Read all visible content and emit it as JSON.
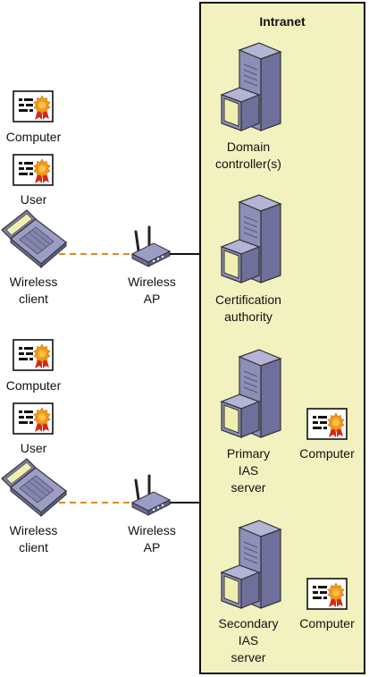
{
  "intranet": {
    "title": "Intranet"
  },
  "clients": [
    {
      "computer_cert_label": "Computer",
      "user_cert_label": "User",
      "client_label": "Wireless\nclient",
      "ap_label": "Wireless\nAP"
    },
    {
      "computer_cert_label": "Computer",
      "user_cert_label": "User",
      "client_label": "Wireless\nclient",
      "ap_label": "Wireless\nAP"
    }
  ],
  "servers": [
    {
      "label": "Domain\ncontroller(s)"
    },
    {
      "label": "Certification\nauthority"
    },
    {
      "label": "Primary\nIAS\nserver",
      "cert_label": "Computer"
    },
    {
      "label": "Secondary\nIAS\nserver",
      "cert_label": "Computer"
    }
  ],
  "colors": {
    "intranet_fill": "#f2f2c0",
    "server_body": "#8e8fb8",
    "screen": "#f0efb0",
    "wireless_link": "#e08a1e",
    "wired_link": "#111111",
    "cert_seal": "#f29a1a",
    "cert_ribbon": "#d8261c"
  }
}
